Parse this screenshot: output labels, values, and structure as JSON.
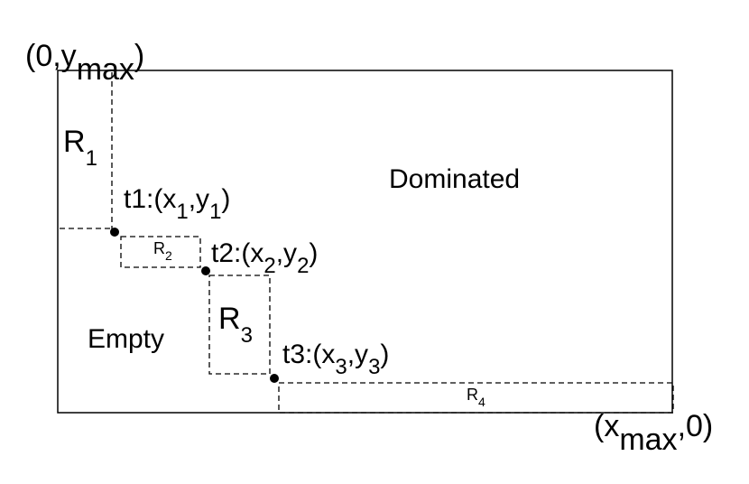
{
  "corner_top_left": {
    "main": "(0,y",
    "sub": "max",
    "tail": ")"
  },
  "corner_bottom_right": {
    "head": "(x",
    "sub": "max",
    "tail": ",0)"
  },
  "regions": {
    "dominated": "Dominated",
    "empty": "Empty",
    "r1": {
      "main": "R",
      "sub": "1"
    },
    "r2": {
      "main": "R",
      "sub": "2"
    },
    "r3": {
      "main": "R",
      "sub": "3"
    },
    "r4": {
      "main": "R",
      "sub": "4"
    }
  },
  "points": [
    {
      "prefix": "t1:(x",
      "xsub": "1",
      "mid": ",y",
      "ysub": "1",
      "tail": ")"
    },
    {
      "prefix": "t2:(x",
      "xsub": "2",
      "mid": ",y",
      "ysub": "2",
      "tail": ")"
    },
    {
      "prefix": "t3:(x",
      "xsub": "3",
      "mid": ",y",
      "ysub": "3",
      "tail": ")"
    }
  ]
}
